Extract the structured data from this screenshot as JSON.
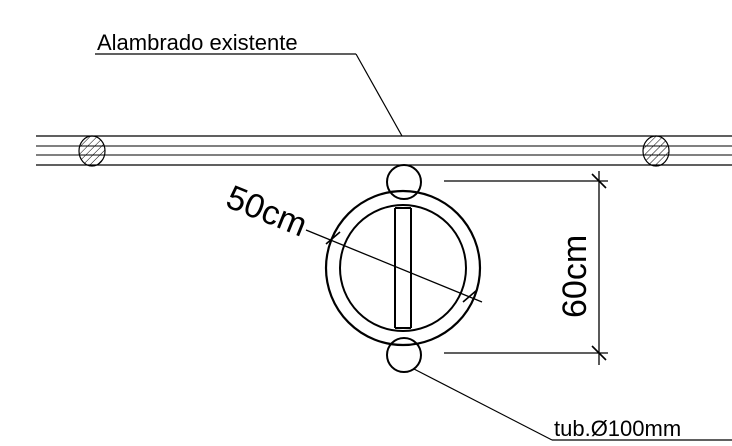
{
  "labels": {
    "existing_fence": "Alambrado existente",
    "diameter_dimension": "50cm",
    "height_dimension": "60cm",
    "tube_spec": "tub.Ø100mm"
  },
  "colors": {
    "ink": "#000000",
    "background": "#ffffff"
  }
}
